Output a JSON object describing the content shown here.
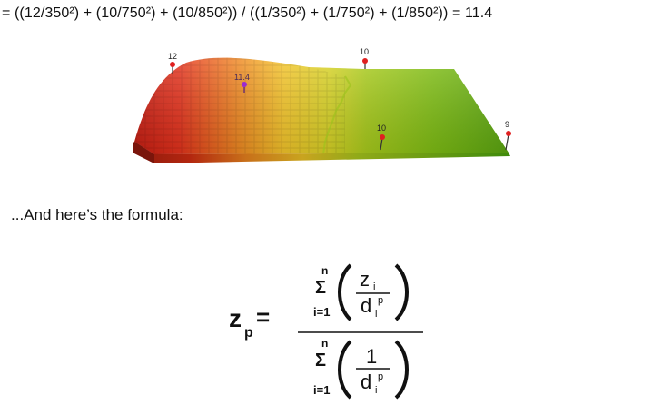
{
  "calc": {
    "text": "= ((12/350²) + (10/750²) + (10/850²)) / ((1/350²) + (1/750²) + (1/850²)) = 11.4"
  },
  "markers": {
    "m12": "12",
    "est": "11.4",
    "m10_top": "10",
    "m10_mid": "10",
    "m9": "9"
  },
  "intro": {
    "text": "...And here’s the formula:"
  },
  "formula": {
    "lhs_base": "z",
    "lhs_sub": "p",
    "equals": "=",
    "sum_symbol": "Σ",
    "sum_upper": "n",
    "sum_lower": "i=1",
    "num_numerator_base": "z",
    "num_numerator_sub": "i",
    "den_numerator": "1",
    "d_base": "d",
    "d_sub": "i",
    "d_sup": "p"
  },
  "colors": {
    "marker_red": "#e02020",
    "marker_purple": "#9b2bd0",
    "surface_high": "#d8251a",
    "surface_mid": "#f4c22a",
    "surface_low": "#5aaa10"
  }
}
